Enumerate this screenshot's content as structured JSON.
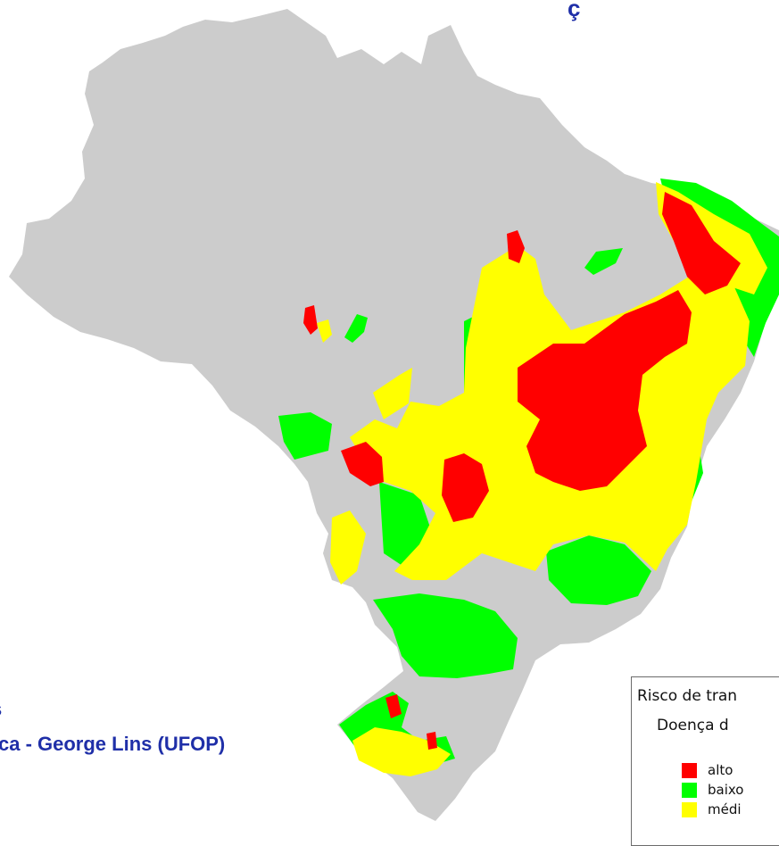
{
  "header": {
    "title_fragment": "ç"
  },
  "credits": {
    "line_fragment": "s",
    "author_line": "ca - George Lins (UFOP)"
  },
  "legend": {
    "title_line_1": "Risco de tran",
    "title_line_2": "Doença d",
    "items": [
      {
        "label": "alto",
        "color": "#ff0000"
      },
      {
        "label": "baixo",
        "color": "#00ff00"
      },
      {
        "label": "médi",
        "color": "#ffff00"
      }
    ]
  },
  "colors": {
    "country_fill": "#cccccc",
    "high_risk": "#ff0000",
    "low_risk": "#00ff00",
    "medium_risk": "#ffff00",
    "title_text": "#1f2fa8"
  }
}
